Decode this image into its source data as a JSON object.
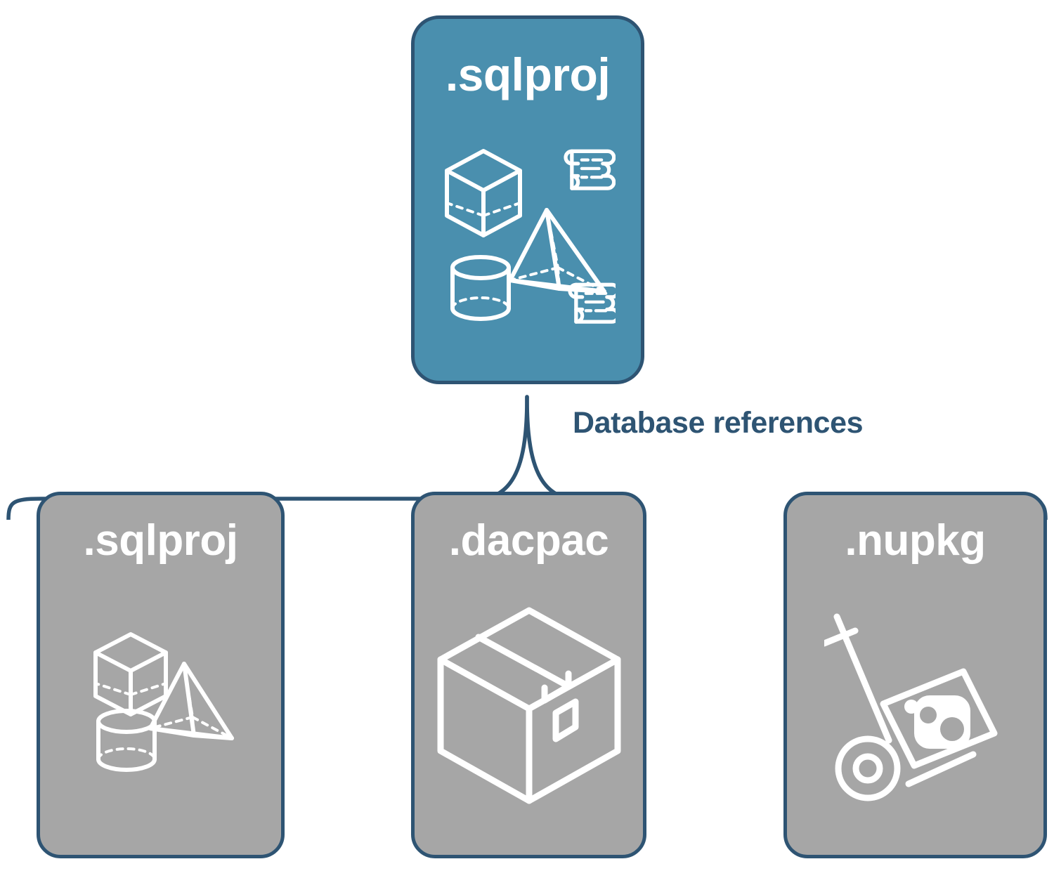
{
  "diagram": {
    "title_text": "Database references",
    "colors": {
      "source_fill": "#4A8FAE",
      "reference_fill": "#A6A6A6",
      "outline": "#2E5473",
      "label_text": "#2E5473",
      "icon_stroke": "#FFFFFF",
      "background": "#FFFFFF"
    },
    "source": {
      "label": ".sqlproj",
      "icons": [
        "database-objects-icon",
        "script-scroll-icon",
        "script-scroll-icon"
      ]
    },
    "connector": {
      "label": "Database references",
      "style": "curly-brace"
    },
    "references": [
      {
        "label": ".sqlproj",
        "icon": "database-objects-icon"
      },
      {
        "label": ".dacpac",
        "icon": "package-box-icon"
      },
      {
        "label": ".nupkg",
        "icon": "nuget-hand-truck-icon"
      }
    ]
  }
}
